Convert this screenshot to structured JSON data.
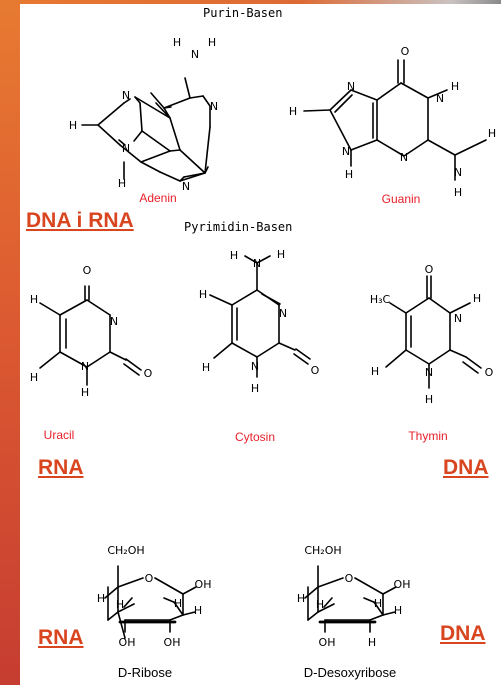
{
  "headings": {
    "purine": "Purin-Basen",
    "pyrimidine": "Pyrimidin-Basen"
  },
  "captions": {
    "adenine": "Adenin",
    "guanine": "Guanin",
    "uracil": "Uracil",
    "cytosine": "Cytosin",
    "thymine": "Thymin",
    "ribose": "D-Ribose",
    "deoxyribose": "D-Desoxyribose"
  },
  "tags": {
    "purines": "DNA i RNA",
    "uracil": "RNA",
    "thymine": "DNA",
    "ribose": "RNA",
    "deoxyribose": "DNA"
  },
  "atoms": {
    "h": "H",
    "n": "N",
    "o": "O",
    "oh": "OH",
    "ch2oh": "CH₂OH",
    "h3c": "H₃C"
  },
  "colors": {
    "accent": "#d8451f",
    "caption": "#e8202a",
    "strip_top": "#e77a31",
    "strip_bottom": "#c63d31"
  }
}
